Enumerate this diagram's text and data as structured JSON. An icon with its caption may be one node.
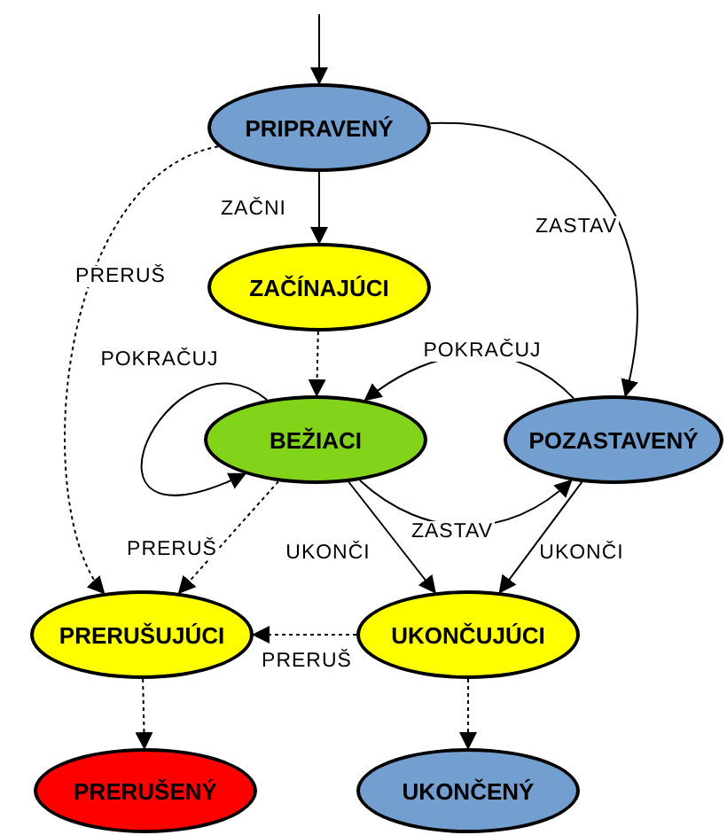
{
  "diagram": {
    "nodes": [
      {
        "text": [
          "PRIPRAVENÝ"
        ]
      },
      {
        "text": [
          "ZAČÍNAJÚCI"
        ]
      },
      {
        "text": [
          "BEŽIACI"
        ]
      },
      {
        "text": [
          "POZASTAVENÝ"
        ]
      },
      {
        "text": [
          "PRERUŠUJÚCI"
        ]
      },
      {
        "text": [
          "UKONČUJÚCI"
        ]
      },
      {
        "text": [
          "PRERUŠENÝ"
        ]
      },
      {
        "text": [
          "UKONČENÝ"
        ]
      }
    ],
    "edges": [
      {
        "from": null,
        "to": 0,
        "arrow": "to"
      },
      {
        "from": 0,
        "to": 1,
        "arrow": "to",
        "label": "ZAČNI"
      },
      {
        "from": 1,
        "to": 2,
        "arrow": "to",
        "style": "dashed"
      },
      {
        "from": 0,
        "to": 3,
        "arrow": "to",
        "label": "ZASTAV"
      },
      {
        "from": 0,
        "to": 4,
        "arrow": "to",
        "label": "PRERUŠ",
        "style": "dashed"
      },
      {
        "from": 2,
        "to": 2,
        "arrow": "to",
        "label": "POKRAČUJ"
      },
      {
        "from": 3,
        "to": 2,
        "arrow": "to",
        "label": "POKRAČUJ"
      },
      {
        "from": 2,
        "to": 3,
        "arrow": "to",
        "label": "ZASTAV"
      },
      {
        "from": 2,
        "to": 4,
        "arrow": "to",
        "label": "PRERUŠ",
        "style": "dashed"
      },
      {
        "from": 2,
        "to": 5,
        "arrow": "to",
        "label": "UKONČI"
      },
      {
        "from": 3,
        "to": 5,
        "arrow": "to",
        "label": "UKONČI"
      },
      {
        "from": 5,
        "to": 4,
        "arrow": "to",
        "label": "PRERUŠ",
        "style": "dashed"
      },
      {
        "from": 4,
        "to": 6,
        "arrow": "to",
        "style": "dashed"
      },
      {
        "from": 5,
        "to": 7,
        "arrow": "to",
        "style": "dashed"
      }
    ]
  }
}
